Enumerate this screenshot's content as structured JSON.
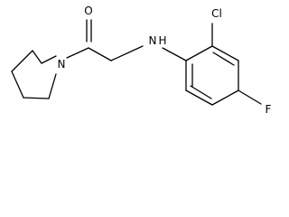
{
  "atoms": {
    "oxygen": "O",
    "amine_nitrogen": "N",
    "amine_hydrogen": "H",
    "ring_nitrogen": "N",
    "chlorine": "Cl",
    "fluorine": "F"
  },
  "colors": {
    "bond": "#000000",
    "label": "#000000",
    "background": "#ffffff"
  }
}
